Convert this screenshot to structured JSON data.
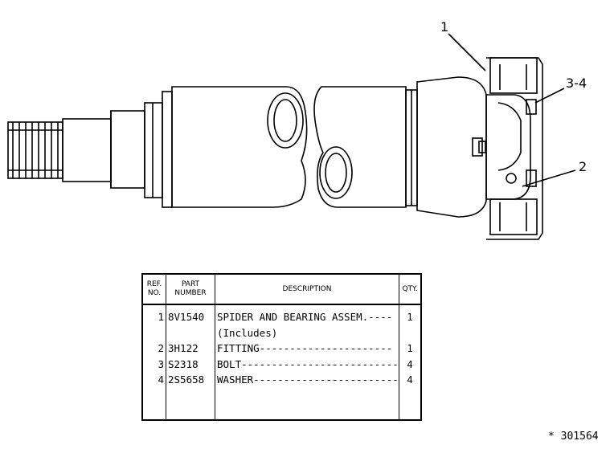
{
  "callouts": {
    "c1": "1",
    "c34": "3-4",
    "c2": "2"
  },
  "table": {
    "headers": {
      "ref": [
        "REF.",
        "NO."
      ],
      "part": [
        "PART",
        "NUMBER"
      ],
      "desc": "DESCRIPTION",
      "qty": "QTY."
    },
    "rows": [
      {
        "ref": "1",
        "part": "8V1540",
        "desc": "SPIDER AND BEARING ASSEM.----",
        "qty": "1"
      },
      {
        "ref": "",
        "part": "",
        "desc": "(Includes)",
        "qty": ""
      },
      {
        "ref": "2",
        "part": "3H122",
        "desc": "FITTING----------------------",
        "qty": "1"
      },
      {
        "ref": "3",
        "part": "S2318",
        "desc": "BOLT---------------------------",
        "qty": "4"
      },
      {
        "ref": "4",
        "part": "2S5658",
        "desc": "WASHER-------------------------",
        "qty": "4"
      }
    ]
  },
  "drawing_number": "* 301564"
}
